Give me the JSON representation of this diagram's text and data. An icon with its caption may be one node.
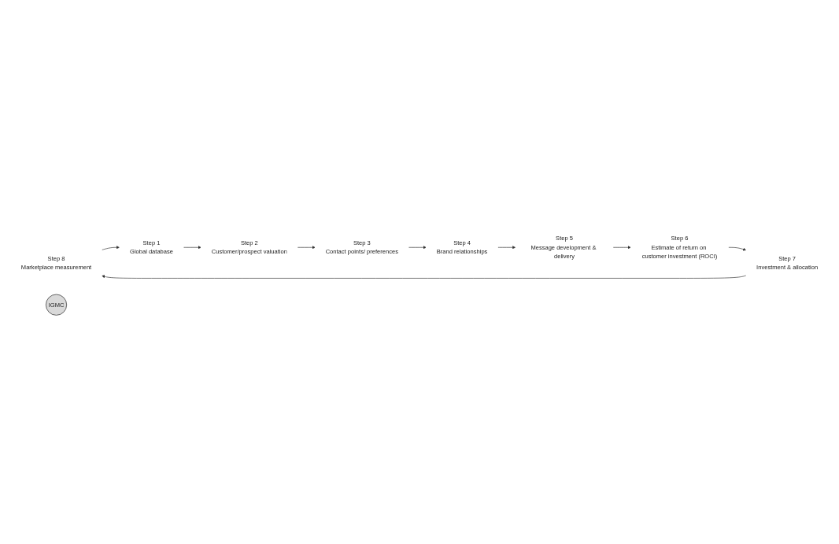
{
  "diagram": {
    "nodes": [
      {
        "text": [
          "Step 8",
          "Marketplace measurement"
        ]
      },
      {
        "text": [
          "Step 1",
          "Global database"
        ]
      },
      {
        "text": [
          "Step 2",
          "Customer/prospect valuation"
        ]
      },
      {
        "text": [
          "Step 7",
          "Investment & allocation"
        ]
      },
      {
        "text": [
          "IGMC"
        ]
      },
      {
        "text": [
          "Step 3",
          "Contact points/ preferences"
        ]
      },
      {
        "text": [
          "Step 6",
          "Estimate of return on customer investment (ROCI)"
        ]
      },
      {
        "text": [
          "Step 5",
          "Message development & delivery"
        ]
      },
      {
        "text": [
          "Step 4",
          "Brand relationships"
        ]
      }
    ],
    "edges": [
      {
        "from": 0,
        "to": 1,
        "arrow": "to"
      },
      {
        "from": 1,
        "to": 2,
        "arrow": "to"
      },
      {
        "from": 2,
        "to": 5,
        "arrow": "to"
      },
      {
        "from": 5,
        "to": 8,
        "arrow": "to"
      },
      {
        "from": 8,
        "to": 7,
        "arrow": "to"
      },
      {
        "from": 7,
        "to": 6,
        "arrow": "to"
      },
      {
        "from": 6,
        "to": 3,
        "arrow": "to"
      },
      {
        "from": 3,
        "to": 0,
        "arrow": "to"
      }
    ]
  }
}
